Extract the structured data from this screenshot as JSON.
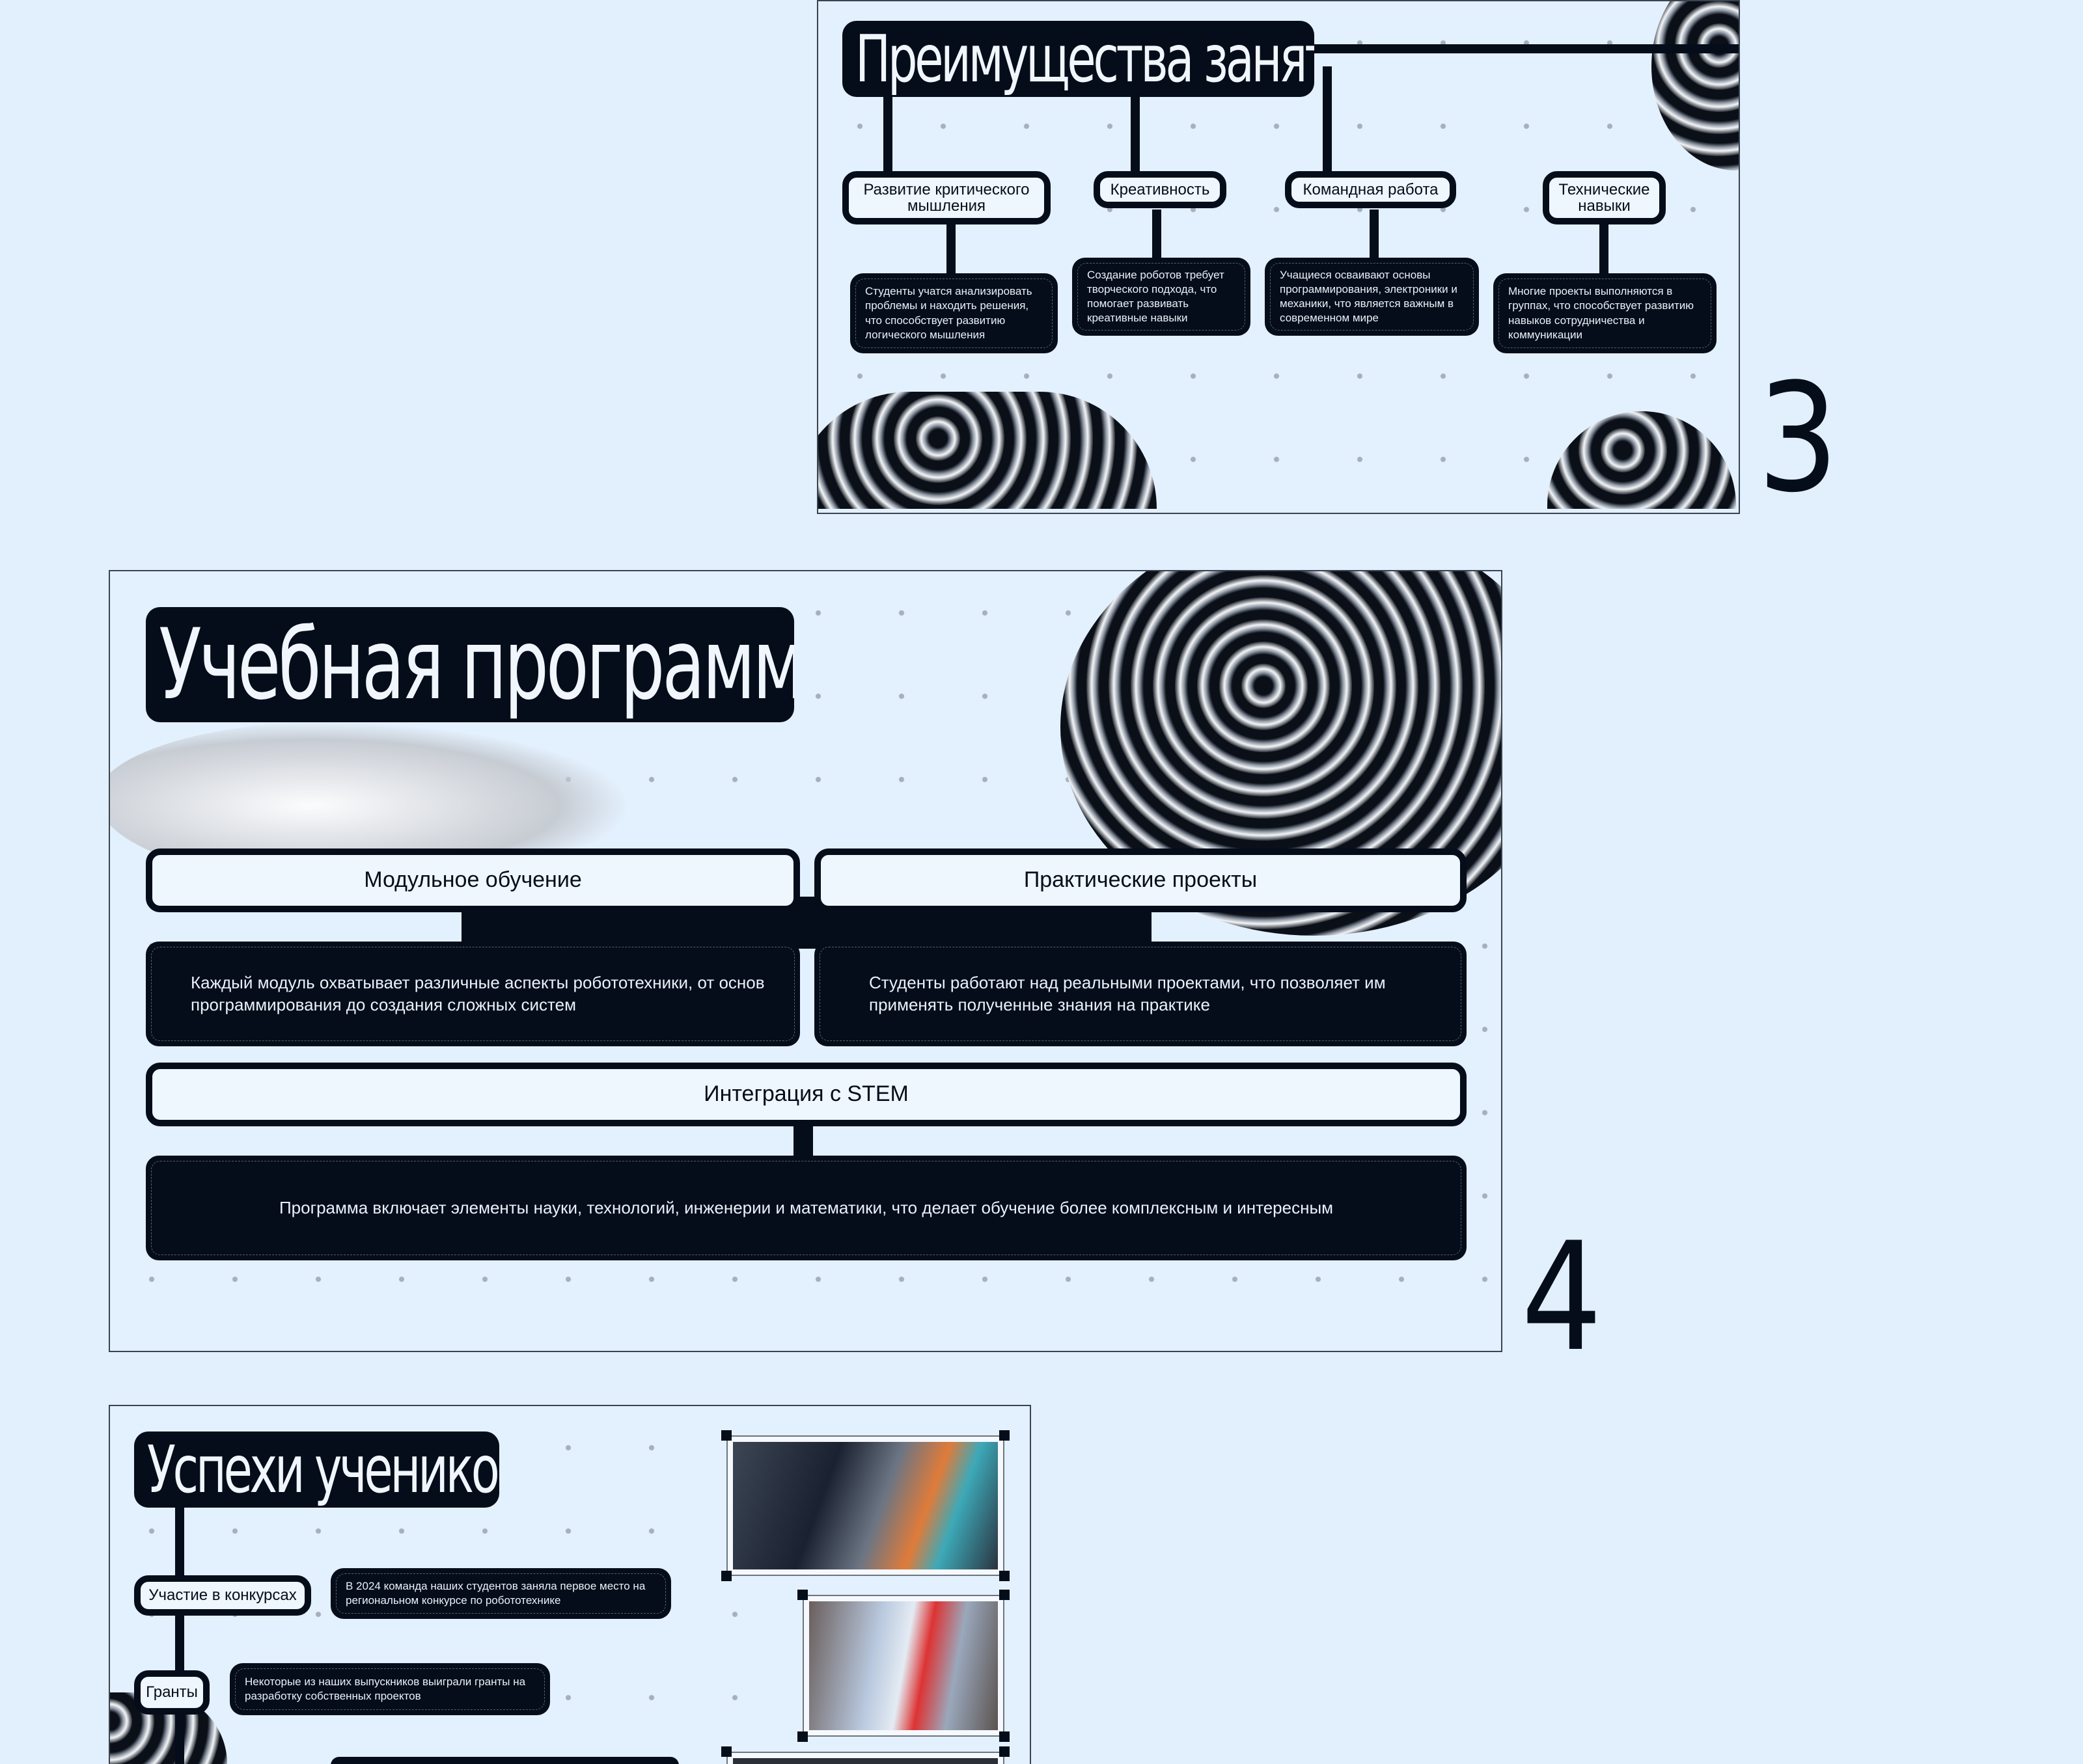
{
  "slide3": {
    "number": "3",
    "title": "Преимущества занятий",
    "items": [
      {
        "label": "Развитие критического мышления",
        "desc": "Студенты учатся анализировать проблемы и находить решения, что способствует развитию логического мышления"
      },
      {
        "label": "Креативность",
        "desc": "Создание роботов требует творческого подхода, что помогает развивать креативные навыки"
      },
      {
        "label": "Командная работа",
        "desc": "Учащиеся осваивают основы программирования, электроники и механики, что является важным в современном мире"
      },
      {
        "label": "Технические навыки",
        "desc": "Многие проекты выполняются в группах, что способствует развитию навыков сотрудничества и коммуникации"
      }
    ]
  },
  "slide4": {
    "number": "4",
    "title": "Учебная программа",
    "items": [
      {
        "label": "Модульное обучение",
        "desc": "Каждый модуль охватывает различные аспекты робототехники, от основ программирования до создания сложных систем"
      },
      {
        "label": "Практические проекты",
        "desc": "Студенты работают над реальными проектами, что позволяет им применять полученные знания на практике"
      },
      {
        "label": "Интеграция с STEM",
        "desc": "Программа включает элементы науки, технологий, инженерии и математики, что делает обучение более комплексным и интересным"
      }
    ]
  },
  "slide5": {
    "title": "Успехи учеников",
    "items": [
      {
        "label": "Участие в конкурсах",
        "desc": "В 2024 команда наших студентов заняла первое место на региональном конкурсе по робототехнике"
      },
      {
        "label": "Гранты",
        "desc": "Некоторые из наших выпускников выиграли гранты на разработку собственных проектов"
      }
    ]
  }
}
